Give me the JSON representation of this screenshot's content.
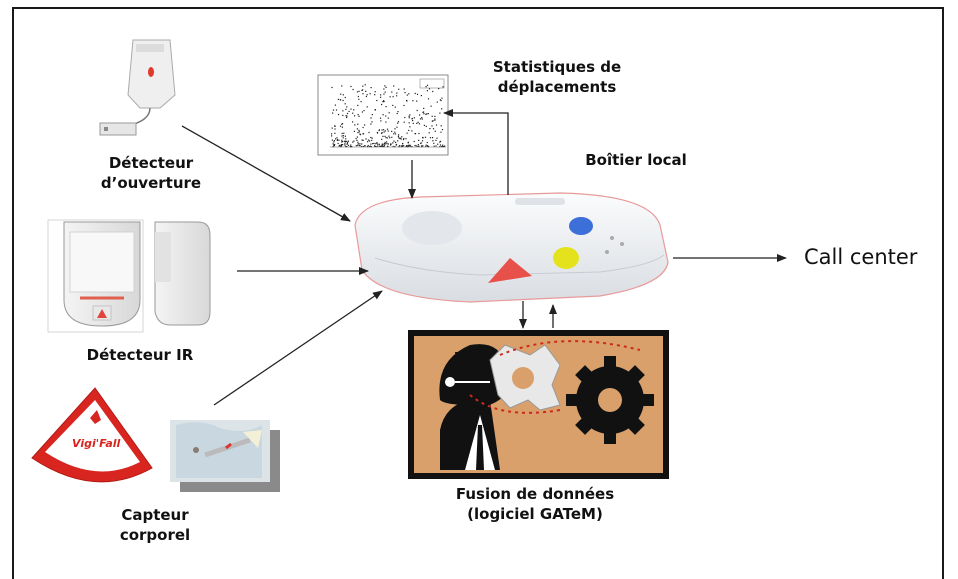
{
  "labels": {
    "door_detector": [
      "Détecteur",
      "d’ouverture"
    ],
    "ir_detector": "Détecteur IR",
    "body_sensor": [
      "Capteur",
      "corporel"
    ],
    "statistics": [
      "Statistiques de",
      "déplacements"
    ],
    "local_box": "Boîtier local",
    "fusion": [
      "Fusion de données",
      "(logiciel GATeM)"
    ],
    "call_center": "Call center"
  },
  "vigifall_logo": "Vigi'Fall",
  "colors": {
    "frame": "#1a1a1a",
    "arrow": "#222222",
    "box_body": "#eef0f2",
    "button_red": "#e8504a",
    "button_yellow": "#e4e21c",
    "button_blue": "#3d6fd8",
    "fusion_bg": "#d9a06b",
    "gear": "#111111",
    "gear_light": "#e8e8e8"
  }
}
